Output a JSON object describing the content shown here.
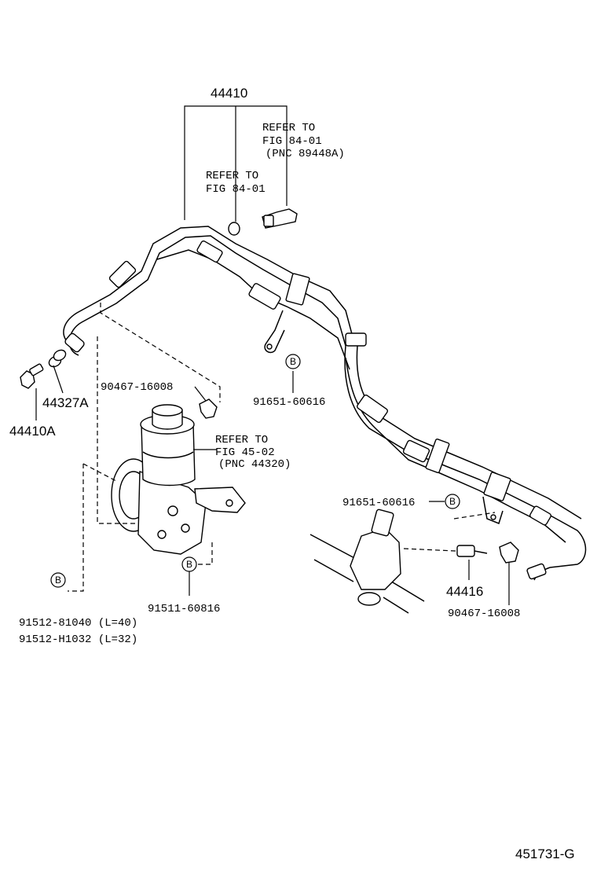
{
  "labels": {
    "p44410": "44410",
    "refer1_line1": "REFER TO",
    "refer1_line2": "FIG 84-01",
    "refer1_line3": "(PNC 89448A)",
    "refer2_line1": "REFER TO",
    "refer2_line2": "FIG 84-01",
    "p90467_top": "90467-16008",
    "p44327A": "44327A",
    "p44410A": "44410A",
    "p91651_top": "91651-60616",
    "refer3_line1": "REFER TO",
    "refer3_line2": "FIG 45-02",
    "refer3_line3": "(PNC 44320)",
    "p91651_right": "91651-60616",
    "p44416": "44416",
    "p90467_bottom": "90467-16008",
    "p91512_81040": "91512-81040 (L=40)",
    "p91512_H1032": "91512-H1032 (L=32)",
    "p91511": "91511-60816",
    "b": "B",
    "figure_id": "451731-G"
  }
}
